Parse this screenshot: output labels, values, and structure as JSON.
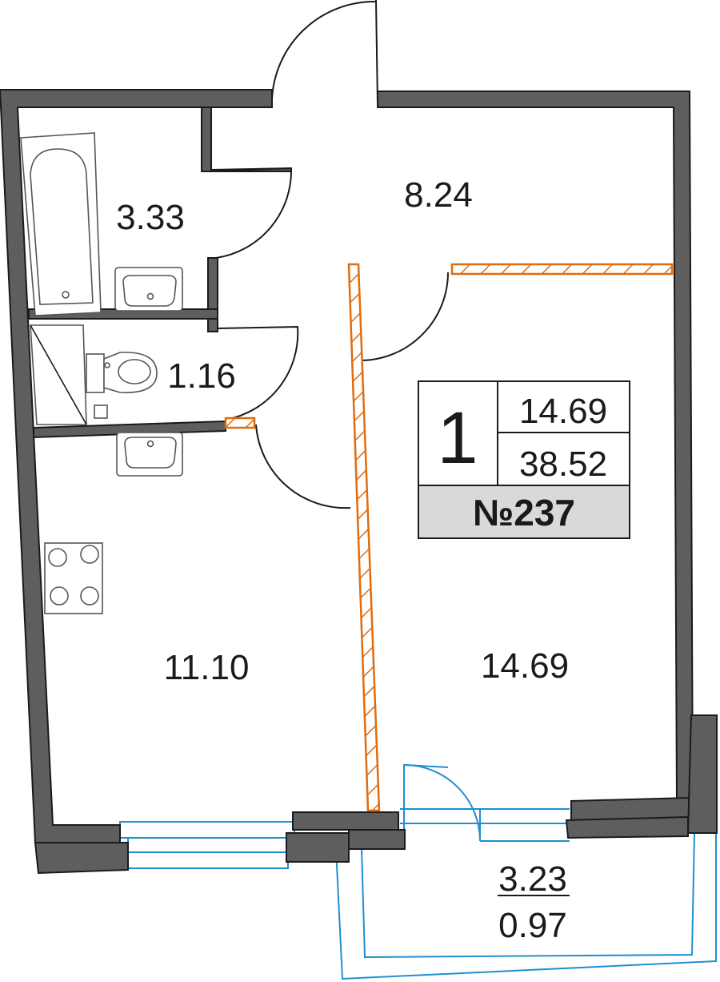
{
  "rooms": {
    "bathroom_area": "3.33",
    "hall_area": "8.24",
    "toilet_area": "1.16",
    "kitchen_area": "11.10",
    "living_area": "14.69",
    "balcony_area_total": "3.23",
    "balcony_area_reduced": "0.97"
  },
  "info": {
    "rooms_count": "1",
    "living_area": "14.69",
    "total_area": "38.52",
    "apartment_number": "№237"
  },
  "colors": {
    "wall": "#5e5e5e",
    "partition": "#e06c10",
    "glazing": "#1e8fd1",
    "info_number_bg": "#d9d9d9"
  }
}
